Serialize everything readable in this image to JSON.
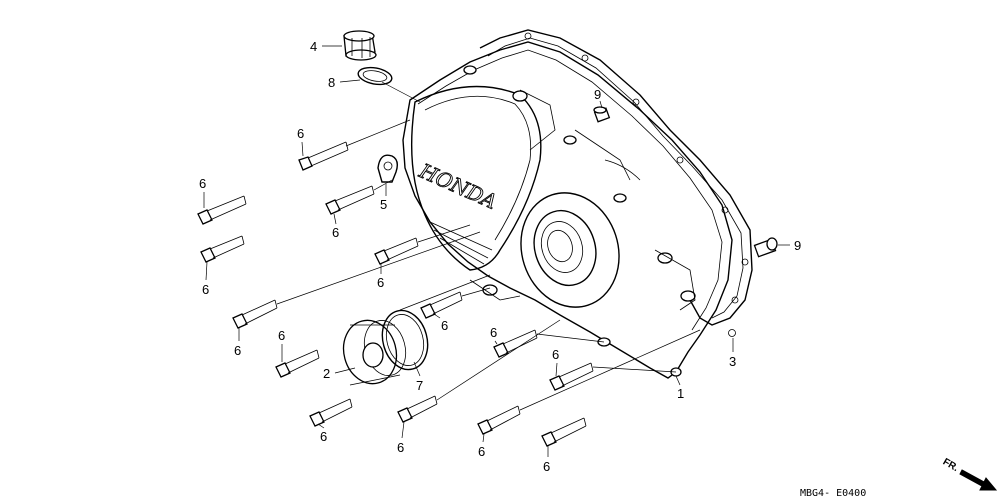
{
  "diagram": {
    "logo_text": "HONDA",
    "part_code": "MBG4- E0400",
    "direction_label": "FR.",
    "callouts": {
      "cover": "1",
      "oil_filler_cap": "4",
      "o_ring": "8",
      "plug_cap": "2",
      "gasket": "7",
      "clamp": "5",
      "dowel_pin_top": "9",
      "dowel_pin_right": "9",
      "case_gasket": "3",
      "bolt": "6"
    }
  }
}
